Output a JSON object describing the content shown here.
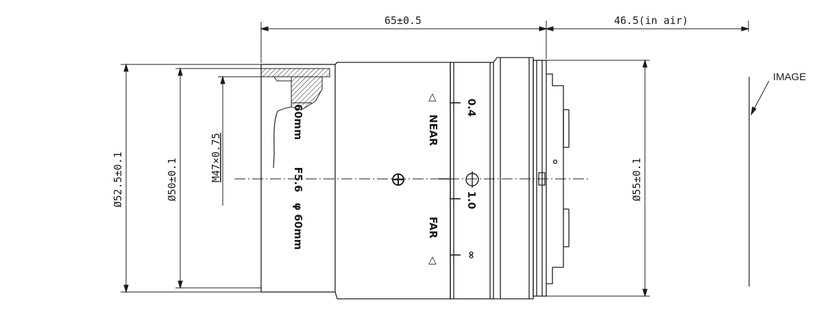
{
  "dimensions": {
    "length": "65±0.5",
    "back_focus": "46.5(in air)",
    "outer_diameter": "Ø52.5±0.1",
    "inner_diameter": "Ø50±0.1",
    "thread": "M47×0.75",
    "mount_diameter": "Ø55±0.1"
  },
  "barrel_markings": {
    "focal_length": "60mm",
    "aperture": "F5.6",
    "filter": "φ 60mm"
  },
  "focus_scale": {
    "near_arrow": "◁",
    "near": "NEAR",
    "far_arrow": "◁",
    "far": "FAR",
    "value_near": "0.4",
    "value_mid": "1.0",
    "value_inf": "∞"
  },
  "image_label": "IMAGE",
  "colors": {
    "line": "#1a1a1a",
    "background": "#ffffff"
  }
}
